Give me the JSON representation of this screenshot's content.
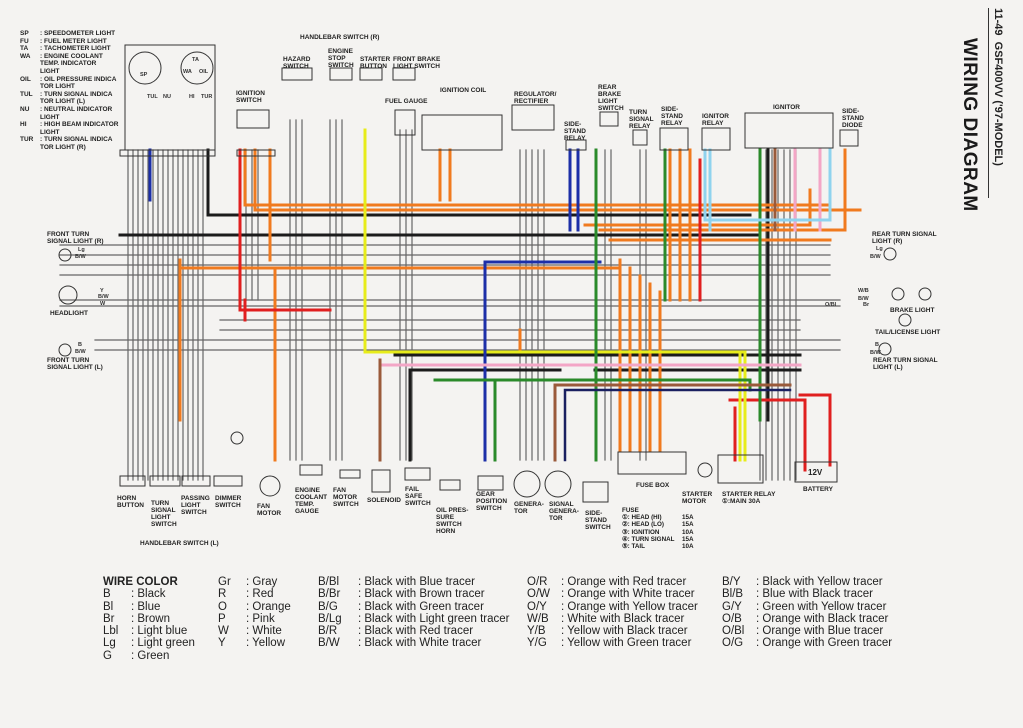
{
  "header": {
    "page_ref": "11-49",
    "model": "GSF400VV ('97-MODEL)",
    "title": "WIRING DIAGRAM"
  },
  "abbreviations": [
    {
      "code": "SP",
      "desc": ": SPEEDOMETER LIGHT"
    },
    {
      "code": "FU",
      "desc": ": FUEL METER LIGHT"
    },
    {
      "code": "TA",
      "desc": ": TACHOMETER LIGHT"
    },
    {
      "code": "WA",
      "desc": ": ENGINE COOLANT\nTEMP. INDICATOR\nLIGHT"
    },
    {
      "code": "OIL",
      "desc": ": OIL PRESSURE INDICA\nTOR LIGHT"
    },
    {
      "code": "TUL",
      "desc": ": TURN SIGNAL INDICA\nTOR LIGHT (L)"
    },
    {
      "code": "NU",
      "desc": ": NEUTRAL INDICATOR\nLIGHT"
    },
    {
      "code": "HI",
      "desc": ": HIGH BEAM INDICATOR\nLIGHT"
    },
    {
      "code": "TUR",
      "desc": ": TURN SIGNAL INDICA\nTOR LIGHT (R)"
    }
  ],
  "components": {
    "handlebar_switch_r": "HANDLEBAR SWITCH (R)",
    "hazard_switch": "HAZARD\nSWITCH",
    "engine_stop_switch": "ENGINE\nSTOP\nSWITCH",
    "starter_button": "STARTER\nBUTTON",
    "front_brake_light_switch": "FRONT BRAKE\nLIGHT SWITCH",
    "ignition_switch": "IGNITION\nSWITCH",
    "fuel_gauge": "FUEL GAUGE",
    "ignition_coil": "IGNITION COIL",
    "regulator_rectifier": "REGULATOR/\nRECTIFIER",
    "side_stand_relay_1": "SIDE-\nSTAND\nRELAY",
    "rear_brake_light_switch": "REAR\nBRAKE\nLIGHT\nSWITCH",
    "turn_signal_relay": "TURN\nSIGNAL\nRELAY",
    "side_stand_relay_2": "SIDE-\nSTAND\nRELAY",
    "ignitor_relay": "IGNITOR\nRELAY",
    "ignitor": "IGNITOR",
    "side_stand_diode": "SIDE-\nSTAND\nDIODE",
    "front_turn_signal_r": "FRONT TURN\nSIGNAL LIGHT (R)",
    "headlight": "HEADLIGHT",
    "front_turn_signal_l": "FRONT TURN\nSIGNAL LIGHT (L)",
    "rear_turn_signal_r": "REAR TURN SIGNAL\nLIGHT (R)",
    "brake_light": "BRAKE LIGHT",
    "tail_license_light": "TAIL/LICENSE LIGHT",
    "rear_turn_signal_l": "REAR TURN SIGNAL\nLIGHT (L)",
    "horn_button": "HORN\nBUTTON",
    "turn_signal_light_switch": "TURN\nSIGNAL\nLIGHT\nSWITCH",
    "passing_light_switch": "PASSING\nLIGHT\nSWITCH",
    "dimmer_switch": "DIMMER\nSWITCH",
    "handlebar_switch_l": "HANDLEBAR SWITCH (L)",
    "fan_motor": "FAN\nMOTOR",
    "engine_coolant_temp_gauge": "ENGINE\nCOOLANT\nTEMP.\nGAUGE",
    "fan_motor_switch": "FAN\nMOTOR\nSWITCH",
    "solenoid": "SOLENOID",
    "fail_safe_switch": "FAIL\nSAFE\nSWITCH",
    "oil_pressure_switch_horn": "OIL PRES-\nSURE\nSWITCH\nHORN",
    "gear_position_switch": "GEAR\nPOSITION\nSWITCH",
    "generator": "GENERA-\nTOR",
    "signal_generator": "SIGNAL\nGENERA-\nTOR",
    "side_stand_switch": "SIDE-\nSTAND\nSWITCH",
    "fuse_box": "FUSE BOX",
    "starter_motor": "STARTER\nMOTOR",
    "starter_relay": "STARTER RELAY\n①:MAIN     30A",
    "battery": "BATTERY",
    "battery_voltage": "12V"
  },
  "instrument_labels": {
    "sp": "SP",
    "ta": "TA",
    "wa": "WA",
    "oil": "OIL",
    "tul": "TUL",
    "nu": "NU",
    "hi": "HI",
    "tur": "TUR"
  },
  "connector_labels": {
    "ft_r_lg": "Lg",
    "ft_r_bw": "B/W",
    "hl_y": "Y",
    "hl_bw": "B/W",
    "hl_w": "W",
    "ft_l_b": "B",
    "ft_l_bw": "B/W",
    "rt_r_lg": "Lg",
    "rt_r_bw": "B/W",
    "bl_wb": "W/B",
    "bl_bw": "B/W",
    "bl_obl": "O/Bl",
    "bl_br": "Br",
    "rt_l_b": "B",
    "rt_l_bw": "B/W"
  },
  "fuse": {
    "title": "FUSE",
    "items": [
      {
        "name": "①: HEAD (HI)",
        "rating": "15A"
      },
      {
        "name": "②: HEAD (LO)",
        "rating": "15A"
      },
      {
        "name": "③: IGNITION",
        "rating": "10A"
      },
      {
        "name": "④: TURN SIGNAL",
        "rating": "15A"
      },
      {
        "name": "⑤: TAIL",
        "rating": "10A"
      }
    ]
  },
  "wire_color_legend": {
    "title": "WIRE COLOR",
    "col1": [
      {
        "code": "B",
        "desc": ": Black"
      },
      {
        "code": "Bl",
        "desc": ": Blue"
      },
      {
        "code": "Br",
        "desc": ": Brown"
      },
      {
        "code": "Lbl",
        "desc": ": Light blue"
      },
      {
        "code": "Lg",
        "desc": ": Light green"
      },
      {
        "code": "G",
        "desc": ": Green"
      }
    ],
    "col2": [
      {
        "code": "Gr",
        "desc": ": Gray"
      },
      {
        "code": "R",
        "desc": ": Red"
      },
      {
        "code": "O",
        "desc": ": Orange"
      },
      {
        "code": "P",
        "desc": ": Pink"
      },
      {
        "code": "W",
        "desc": ": White"
      },
      {
        "code": "Y",
        "desc": ": Yellow"
      }
    ],
    "col3": [
      {
        "code": "B/Bl",
        "desc": ": Black with Blue tracer"
      },
      {
        "code": "B/Br",
        "desc": ": Black with Brown tracer"
      },
      {
        "code": "B/G",
        "desc": ": Black with Green tracer"
      },
      {
        "code": "B/Lg",
        "desc": ": Black with Light green tracer"
      },
      {
        "code": "B/R",
        "desc": ": Black with Red tracer"
      },
      {
        "code": "B/W",
        "desc": ": Black with White tracer"
      }
    ],
    "col4": [
      {
        "code": "O/R",
        "desc": ": Orange with Red tracer"
      },
      {
        "code": "O/W",
        "desc": ": Orange with White tracer"
      },
      {
        "code": "O/Y",
        "desc": ": Orange with Yellow tracer"
      },
      {
        "code": "W/B",
        "desc": ": White with Black tracer"
      },
      {
        "code": "Y/B",
        "desc": ": Yellow with Black tracer"
      },
      {
        "code": "Y/G",
        "desc": ": Yellow with Green tracer"
      }
    ],
    "col5": [
      {
        "code": "B/Y",
        "desc": ": Black with Yellow tracer"
      },
      {
        "code": "Bl/B",
        "desc": ": Blue with Black tracer"
      },
      {
        "code": "G/Y",
        "desc": ": Green with Yellow tracer"
      },
      {
        "code": "O/B",
        "desc": ": Orange with Black tracer"
      },
      {
        "code": "O/Bl",
        "desc": ": Orange with Blue tracer"
      },
      {
        "code": "O/G",
        "desc": ": Orange with Green tracer"
      }
    ]
  },
  "colors": {
    "orange": "#f07a1e",
    "red": "#e01f1f",
    "black": "#1b1b1b",
    "blue": "#1c2fa8",
    "green": "#2a8a2a",
    "yellow": "#e7ec1a",
    "pink": "#f3a6c6",
    "brown": "#9a5a3a",
    "light_blue": "#8fd3ee",
    "gray": "#555555"
  }
}
